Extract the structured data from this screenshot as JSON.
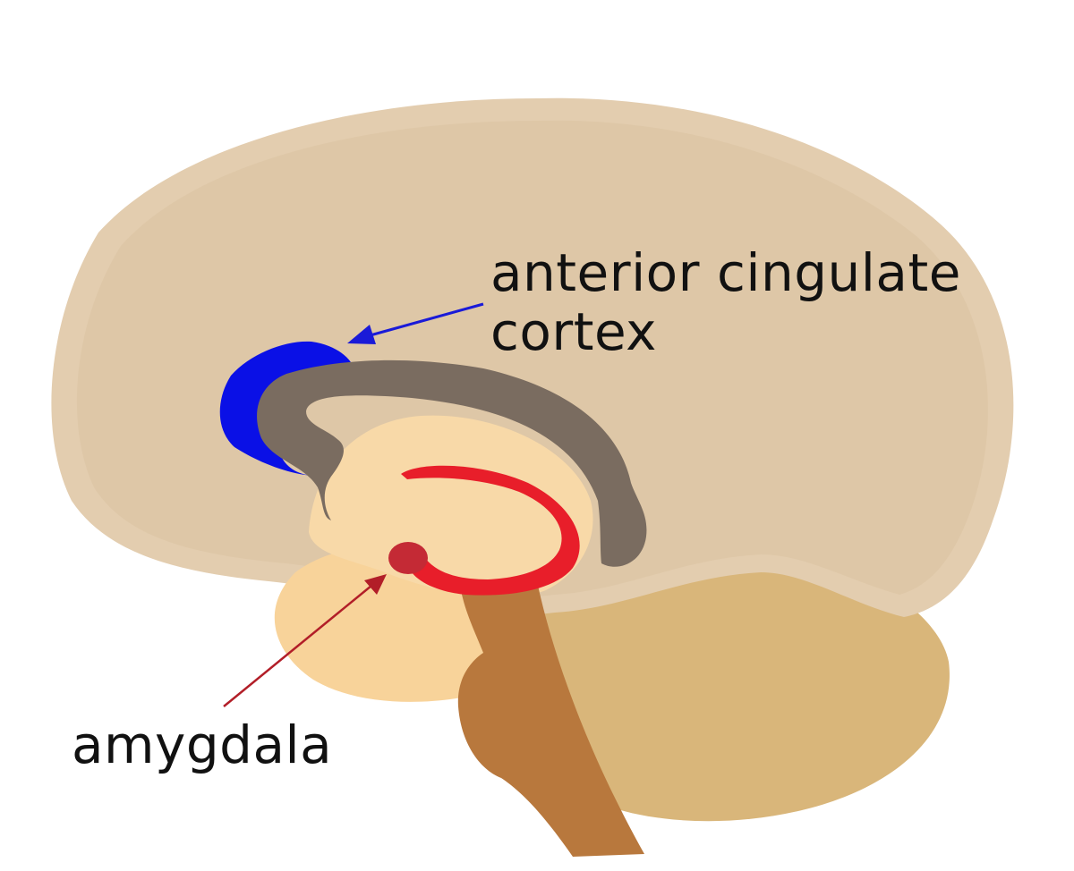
{
  "labels": {
    "acc_line1": "anterior cingulate",
    "acc_line2": "cortex",
    "amygdala": "amygdala"
  },
  "colors": {
    "background": "#ffffff",
    "cerebrum": "#e3cdaf",
    "cerebrum_inner": "#dec7a7",
    "cerebellum": "#d9b67a",
    "brainstem": "#b8783d",
    "thalamus_region": "#f8d9a8",
    "lower_region": "#f8d39a",
    "corpus_callosum": "#7a6c60",
    "anterior_cingulate_cortex": "#0a10e6",
    "hippocampus": "#e81e2a",
    "amygdala": "#c42a35",
    "acc_arrow": "#1a1ad8",
    "amygdala_arrow": "#b21e28",
    "label_text": "#111111"
  }
}
